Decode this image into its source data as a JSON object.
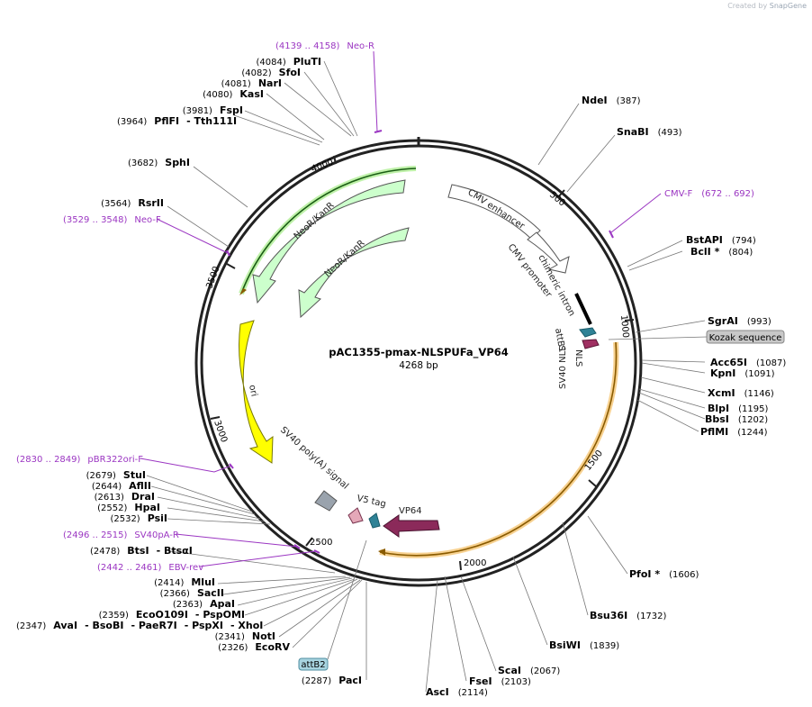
{
  "credit": "Created by",
  "credit_brand": "SnapGene",
  "plasmid": {
    "name": "pAC1355-pmax-NLSPUFa_VP64",
    "length_label": "4268 bp",
    "length": 4268
  },
  "scale_ticks": [
    "500",
    "1000",
    "1500",
    "2000",
    "2500",
    "3000",
    "3500",
    "4000"
  ],
  "features": [
    {
      "label": "CMV enhancer",
      "color": "#ffffff",
      "stroke": "#555555"
    },
    {
      "label": "CMV promoter",
      "color": "#ffffff",
      "stroke": "#555555"
    },
    {
      "label": "chimeric intron",
      "color": "#000000",
      "stroke": "#000000"
    },
    {
      "label": "attB1",
      "color": "#1f7a8c",
      "stroke": "#1f7a8c"
    },
    {
      "label": "NLS",
      "color": "#8b2a5a",
      "stroke": "#8b2a5a"
    },
    {
      "label": "SV40 NLS",
      "color": "#8b2a5a",
      "stroke": "#8b2a5a"
    },
    {
      "label": "VP64",
      "color": "#8b2a5a",
      "stroke": "#8b2a5a"
    },
    {
      "label": "V5 tag",
      "color": "#dca0b4",
      "stroke": "#8b2a5a"
    },
    {
      "label": "SV40 poly(A) signal",
      "color": "#9aa3ad",
      "stroke": "#555555"
    },
    {
      "label": "ori",
      "color": "#ffff00",
      "stroke": "#777700"
    },
    {
      "label": "NeoR/KanR",
      "color": "#ccffcc",
      "stroke": "#555555"
    },
    {
      "label": "NeoR/KanR",
      "color": "#ccffcc",
      "stroke": "#555555"
    }
  ],
  "highlight_labels": [
    "Kozak sequence",
    "attB2"
  ],
  "enzymes": [
    {
      "name": "NdeI",
      "pos": "(387)"
    },
    {
      "name": "SnaBI",
      "pos": "(493)"
    },
    {
      "name": "BstAPI",
      "pos": "(794)"
    },
    {
      "name": "BclI *",
      "pos": "(804)"
    },
    {
      "name": "SgrAI",
      "pos": "(993)"
    },
    {
      "name": "Acc65I",
      "pos": "(1087)"
    },
    {
      "name": "KpnI",
      "pos": "(1091)"
    },
    {
      "name": "XcmI",
      "pos": "(1146)"
    },
    {
      "name": "BlpI",
      "pos": "(1195)"
    },
    {
      "name": "BbsI",
      "pos": "(1202)"
    },
    {
      "name": "PflMI",
      "pos": "(1244)"
    },
    {
      "name": "PfoI *",
      "pos": "(1606)"
    },
    {
      "name": "Bsu36I",
      "pos": "(1732)"
    },
    {
      "name": "BsiWI",
      "pos": "(1839)"
    },
    {
      "name": "ScaI",
      "pos": "(2067)"
    },
    {
      "name": "FseI",
      "pos": "(2103)"
    },
    {
      "name": "AscI",
      "pos": "(2114)"
    },
    {
      "name": "PacI",
      "pos": "(2287)"
    },
    {
      "name": "EcoRV",
      "pos": "(2326)"
    },
    {
      "name": "NotI",
      "pos": "(2341)"
    },
    {
      "name": "AvaI",
      "pos": "(2347)"
    },
    {
      "name": "- BsoBI",
      "pos": ""
    },
    {
      "name": "- PaeR7I",
      "pos": ""
    },
    {
      "name": "- PspXI",
      "pos": ""
    },
    {
      "name": "- XhoI",
      "pos": ""
    },
    {
      "name": "EcoO109I",
      "pos": "(2359)"
    },
    {
      "name": "- PspOMI",
      "pos": ""
    },
    {
      "name": "ApaI",
      "pos": "(2363)"
    },
    {
      "name": "SacII",
      "pos": "(2366)"
    },
    {
      "name": "MluI",
      "pos": "(2414)"
    },
    {
      "name": "BtsI",
      "pos": "(2478)"
    },
    {
      "name": "- BtsαI",
      "pos": ""
    },
    {
      "name": "PsiI",
      "pos": "(2532)"
    },
    {
      "name": "HpaI",
      "pos": "(2552)"
    },
    {
      "name": "DraI",
      "pos": "(2613)"
    },
    {
      "name": "AflII",
      "pos": "(2644)"
    },
    {
      "name": "StuI",
      "pos": "(2679)"
    },
    {
      "name": "SphI",
      "pos": "(3682)"
    },
    {
      "name": "RsrII",
      "pos": "(3564)"
    },
    {
      "name": "PflFI",
      "pos": "(3964)"
    },
    {
      "name": "- Tth111I",
      "pos": ""
    },
    {
      "name": "FspI",
      "pos": "(3981)"
    },
    {
      "name": "KasI",
      "pos": "(4080)"
    },
    {
      "name": "NarI",
      "pos": "(4081)"
    },
    {
      "name": "SfoI",
      "pos": "(4082)"
    },
    {
      "name": "PluTI",
      "pos": "(4084)"
    }
  ],
  "primers": [
    {
      "name": "Neo-R",
      "range": "(4139 .. 4158)"
    },
    {
      "name": "CMV-F",
      "range": "(672 .. 692)"
    },
    {
      "name": "Neo-F",
      "range": "(3529 .. 3548)"
    },
    {
      "name": "pBR322ori-F",
      "range": "(2830 .. 2849)"
    },
    {
      "name": "SV40pA-R",
      "range": "(2496 .. 2515)"
    },
    {
      "name": "EBV-rev",
      "range": "(2442 .. 2461)"
    }
  ],
  "colors": {
    "primer": "#9b36c2",
    "backbone": "#222222",
    "kozak_box": "#c8c8c8",
    "attb2_box": "#a8d4e0"
  }
}
